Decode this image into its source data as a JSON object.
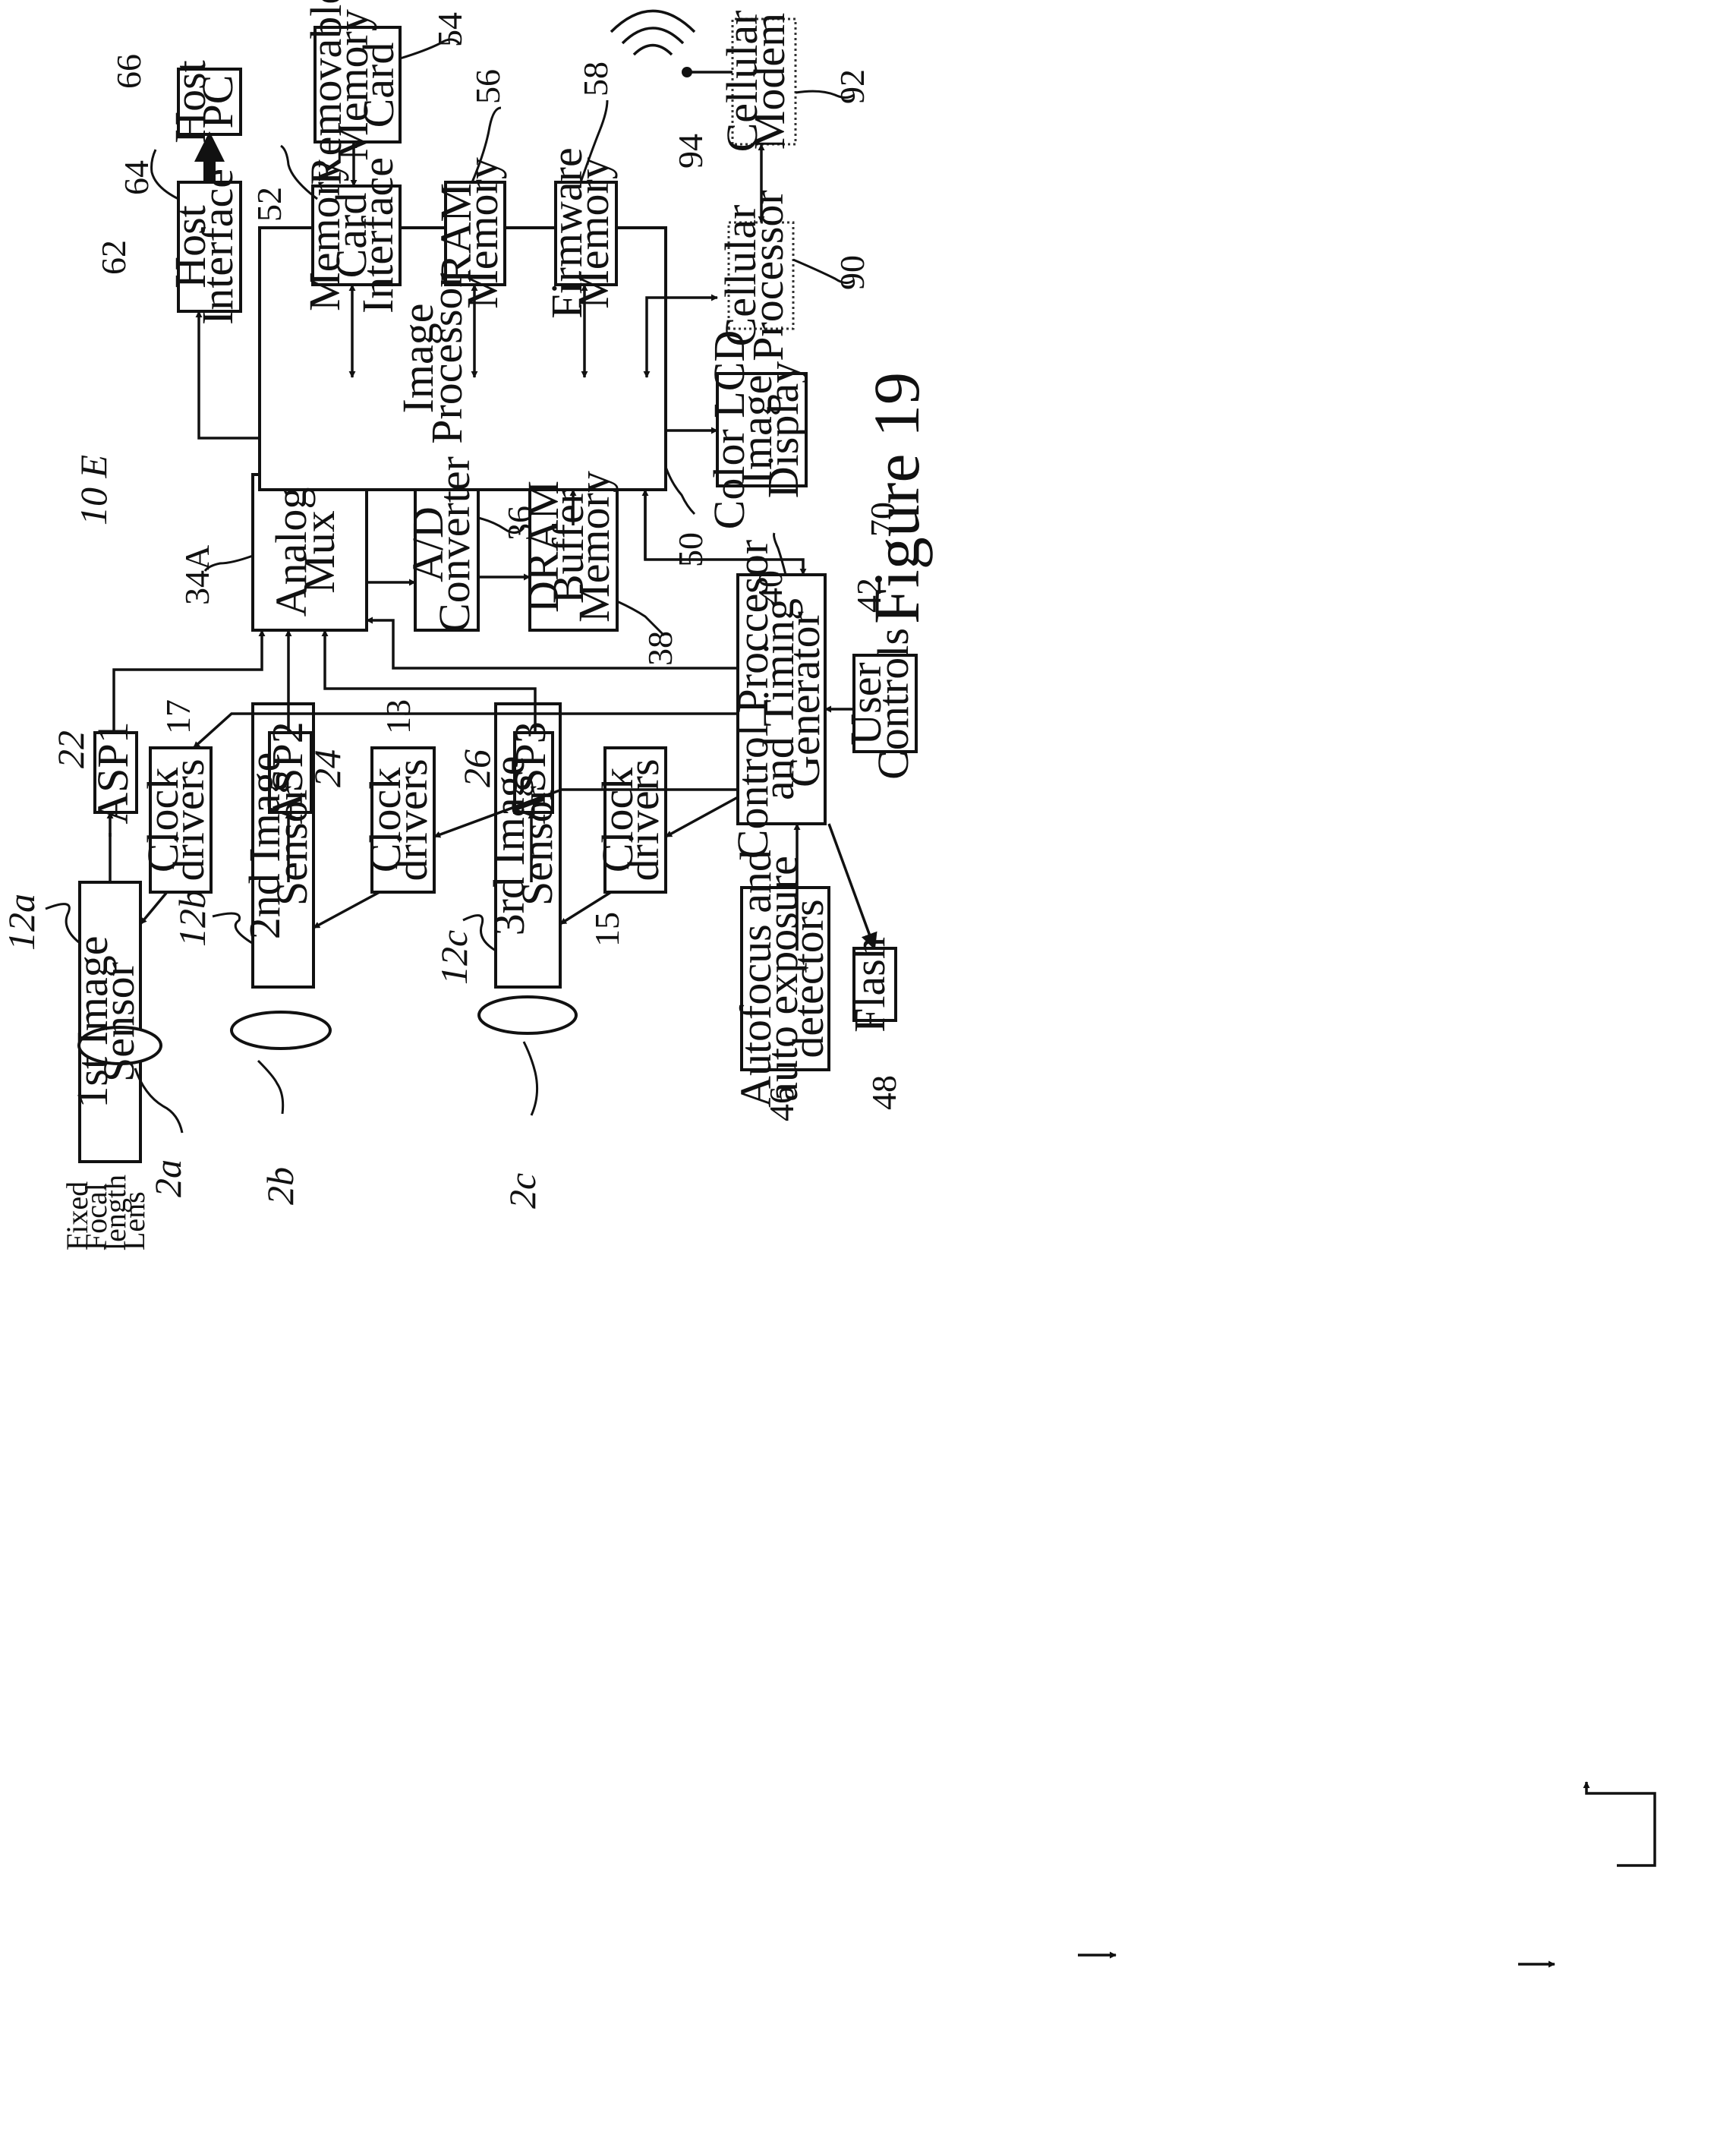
{
  "figure_label": "Figure 19",
  "system_ref": "10 E",
  "lens_caption": [
    "Fixed",
    "Focal",
    "length",
    "Lens"
  ],
  "blocks": {
    "image_sensor_1": [
      "1st Image",
      "Sensor"
    ],
    "image_sensor_2": [
      "2nd Image",
      "Sensor"
    ],
    "image_sensor_3": [
      "3rd Image",
      "Sensor"
    ],
    "clock_drivers_17": [
      "Clock",
      "drivers"
    ],
    "clock_drivers_13": [
      "Clock",
      "drivers"
    ],
    "clock_drivers_15": [
      "Clock",
      "drivers"
    ],
    "asp1": "ASP1",
    "asp2": "ASP2",
    "asp3": "ASP3",
    "analog_mux": [
      "Analog",
      "Mux"
    ],
    "ad_converter": [
      "A/D",
      "Converter"
    ],
    "dram_buffer": [
      "DRAM",
      "Buffer",
      "Memory"
    ],
    "image_processor": [
      "Image",
      "Processor"
    ],
    "host_interface": [
      "Host",
      "Interface"
    ],
    "host_pc": [
      "Host",
      "PC"
    ],
    "memory_card_interface": [
      "Memory",
      "Card",
      "Interface"
    ],
    "removable_memory_card": [
      "Removable",
      "Memory",
      "Card"
    ],
    "ram_memory": [
      "RAM",
      "Memory"
    ],
    "firmware_memory": [
      "Firmware",
      "Memory"
    ],
    "cellular_processor": [
      "Cellular",
      "Processor"
    ],
    "cellular_modem": [
      "Cellular",
      "Modem"
    ],
    "color_lcd": [
      "Color LCD",
      "Image",
      "Display"
    ],
    "control_processor": [
      "Control Proccesor",
      "and Timing",
      "Generator"
    ],
    "user_controls": [
      "User",
      "Controls"
    ],
    "autofocus": [
      "Autofocus and",
      "auto exposure",
      "detectors"
    ],
    "flash": "Flash"
  },
  "refs": {
    "lens_a": "2a",
    "lens_b": "2b",
    "lens_c": "2c",
    "sensor_a": "12a",
    "sensor_b": "12b",
    "sensor_c": "12c",
    "asp1": "22",
    "asp2": "24",
    "asp3": "26",
    "clock_17": "17",
    "clock_13": "13",
    "clock_15": "15",
    "analog_mux": "34A",
    "ad": "36",
    "dram": "38",
    "image_processor": "50",
    "control": "40",
    "user_controls": "42",
    "autofocus": "46",
    "flash": "48",
    "host_interface": "62",
    "link": "64",
    "host_pc": "66",
    "memory_card_interface": "52",
    "removable_card": "54",
    "ram": "56",
    "firmware": "58",
    "cellular_processor": "90",
    "cellular_modem": "92",
    "antenna": "94",
    "lcd": "70"
  }
}
